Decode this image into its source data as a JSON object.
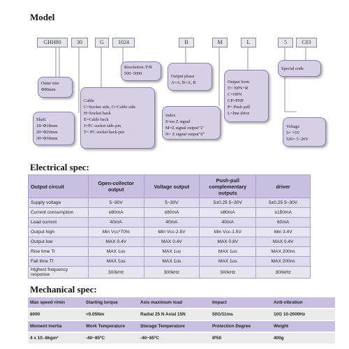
{
  "model": {
    "heading": "Model",
    "codes": [
      "GHH80",
      "30",
      "G",
      "1024",
      "B",
      "M",
      "L",
      "5",
      "C03"
    ],
    "descriptions": {
      "resolution": "Resolution: P/R\n500~5000",
      "outer_size": "Outer size\nΦ80mm",
      "output_phase": "Output phase\nA=A,  B=A,  B",
      "output_form": "Output form\nT= NPN+R\nC=NPN\nCP=PNP\nP= Push pull\nL=line drive",
      "special_code": "Special code",
      "cable": "Cable\nC=Socket side, G=Cable side\nH=Socket back\nE=Cable back\nJ=PC socket side-pin\nT= PC socket back-pin",
      "shaft": "Shaft\n18=Φ18mm\n20=Φ20mm\n30=Φ30mm",
      "index": "Index\nS=no Z signal\nM=Z signal output\"1\"\nN= Z signal output\"0\"",
      "voltage": "Voltage\n5= +5V\n526= 5~26V"
    }
  },
  "electrical": {
    "heading": "Electrical spec:",
    "headers": [
      "Output circuit",
      "Open-collector output",
      "Voltage output",
      "Push-pull complementary outputs",
      "driver"
    ],
    "rows": [
      [
        "Supply voltage",
        "5~30V",
        "5~30V",
        "5±0.25   5~30V",
        "5±0.25   5~30V"
      ],
      [
        "Current consumption",
        "≤80mA",
        "≤80mA",
        "≤80mA",
        "≤150mA"
      ],
      [
        "Load current",
        "40mA",
        "40mA",
        "40mA",
        "60mA"
      ],
      [
        "Output high",
        "Min Vcc*70%",
        "Min Vcc-2.5V",
        "Min Vcc-1.5V",
        "Min 3.4V"
      ],
      [
        "Output low",
        "MAX 0.4V",
        "MAX 0.4V",
        "MAX 0.8V",
        "MAX 0.4V"
      ],
      [
        "Rise time Tr",
        "MAX 1us",
        "MAX 1us",
        "MAX 1us",
        "MAX 200ns"
      ],
      [
        "Fall time Tf",
        "MAX 1us",
        "MAX 1us",
        "MAX 1us",
        "MAX 200ns"
      ],
      [
        "Highest frequency response",
        "300kHz",
        "300kHz",
        "300kHz",
        "300kHz"
      ]
    ]
  },
  "mechanical": {
    "heading": "Mechanical spec:",
    "rows": [
      {
        "type": "h",
        "cells": [
          "Max speed r/min",
          "Starting torque",
          "Axis maximum load",
          "Impact",
          "Anti-vibration"
        ]
      },
      {
        "type": "v",
        "cells": [
          "6000",
          "<0.05Nm",
          "Radial 25 N Axial 15N",
          "50G/11ms",
          "10G   10-2000Hz"
        ]
      },
      {
        "type": "h",
        "cells": [
          "Moment inertia",
          "Work Temperature",
          "Storage Temperature",
          "Protection Degree",
          "Weight"
        ]
      },
      {
        "type": "v",
        "cells": [
          "4 x 10.-8kgm²",
          "-40~85ºC",
          "-40~85ºC",
          "IP50",
          "400g"
        ]
      }
    ]
  }
}
